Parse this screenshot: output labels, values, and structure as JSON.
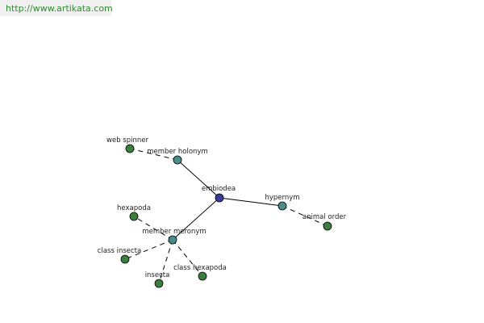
{
  "header": {
    "url": "http://www.artikata.com"
  },
  "colors": {
    "center_node": "#3a3a9a",
    "relation_node": "#4a8c8c",
    "leaf_node": "#3d7d3d",
    "url_text": "#2e8b2e"
  },
  "graph": {
    "center": "embiodea",
    "relations": [
      "member holonym",
      "hypernym",
      "member meronym"
    ],
    "terms": [
      "web spinner",
      "animal order",
      "hexapoda",
      "class insecta",
      "insecta",
      "class hexapoda"
    ]
  }
}
